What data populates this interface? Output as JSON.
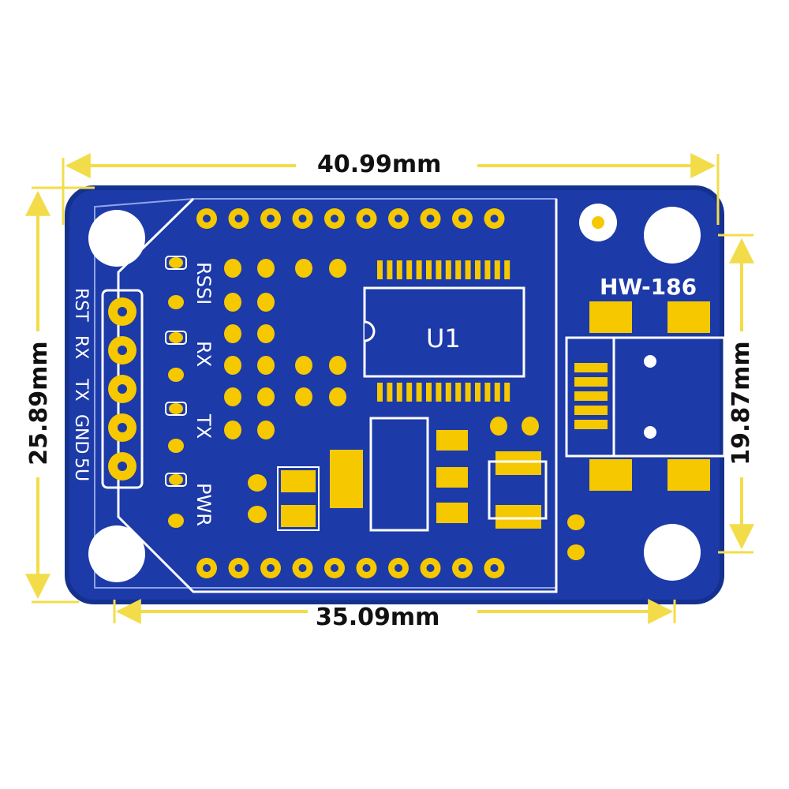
{
  "dimensions": {
    "width_top": "40.99mm",
    "width_bottom": "35.09mm",
    "height_left": "25.89mm",
    "height_right": "19.87mm"
  },
  "board": {
    "model_label": "HW-186",
    "chip_label": "U1",
    "header_labels": [
      "RST",
      "RX",
      "TX",
      "GND",
      "5U"
    ],
    "led_labels": [
      "RSSI",
      "RX",
      "TX",
      "PWR"
    ]
  },
  "colors": {
    "pcb_blue": "#1c3aa8",
    "pad_gold": "#f5c800",
    "dimension_line": "#f3dc4a",
    "silkscreen": "#ffffff"
  }
}
